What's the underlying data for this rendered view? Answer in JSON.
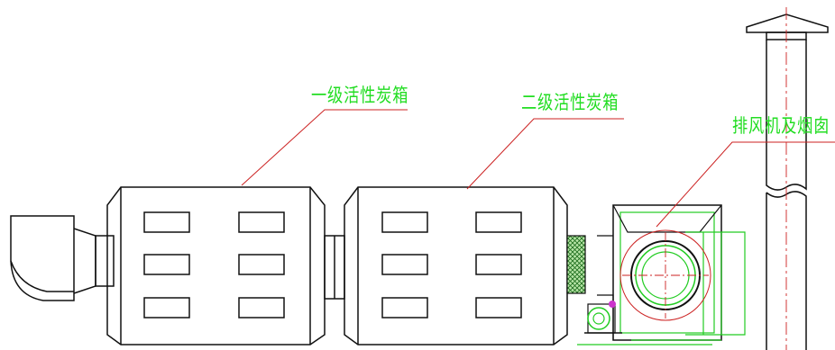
{
  "labels": {
    "stage1": "一级活性炭箱",
    "stage2": "二级活性炭箱",
    "fan": "排风机及烟囱"
  },
  "colors": {
    "outline": "#111111",
    "label_text": "#22dd22",
    "leader_line": "#cc2222",
    "fan_green": "#22cc22",
    "centerline": "#cc2222",
    "motor_marker": "#cc33cc"
  },
  "components": [
    "inlet-hood",
    "stage1-carbon-box",
    "connector-duct",
    "stage2-carbon-box",
    "filter-panel",
    "exhaust-fan",
    "fan-motor",
    "chimney"
  ]
}
